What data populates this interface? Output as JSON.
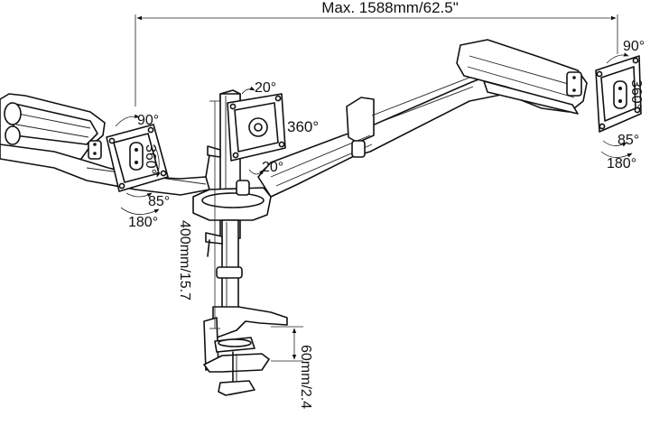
{
  "diagram": {
    "dimensions": {
      "max_width": "Max. 1588mm/62.5\"",
      "pole_height": "400mm/15.7",
      "clamp_thickness": "60mm/2.4"
    },
    "left_monitor": {
      "tilt": "90°",
      "rotate": "360°",
      "pan": "85°",
      "swivel": "180°"
    },
    "center_monitor": {
      "tilt_up": "20°",
      "rotate": "360°",
      "tilt_down": "20°"
    },
    "right_monitor": {
      "tilt": "90°",
      "rotate": "360°",
      "pan": "85°",
      "swivel": "180°"
    }
  }
}
